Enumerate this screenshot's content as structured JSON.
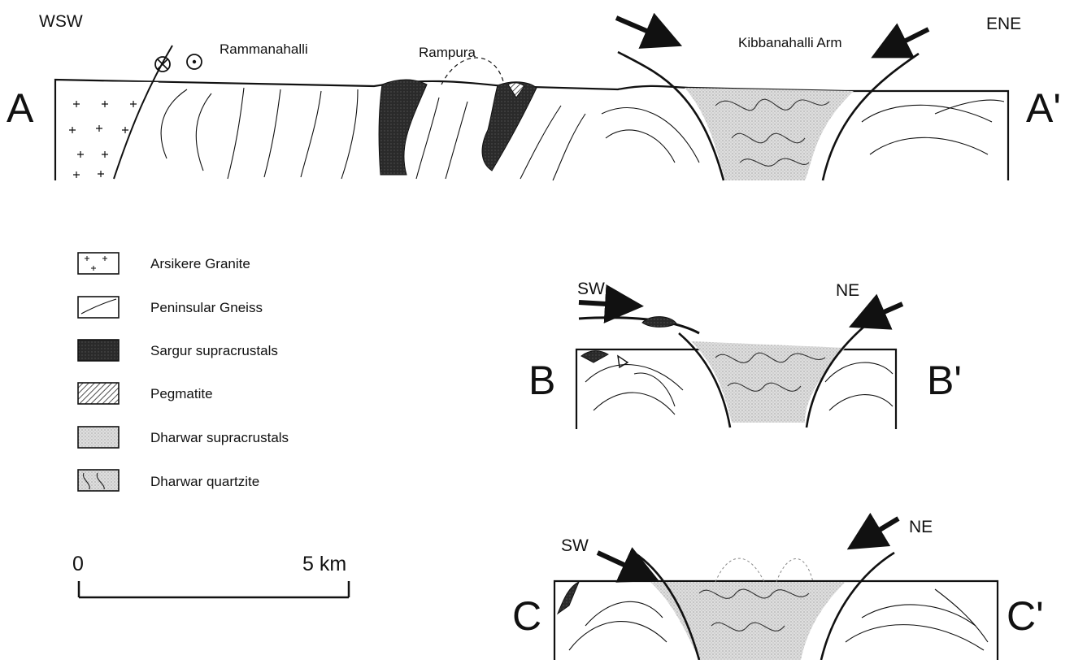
{
  "sections": {
    "a": {
      "left_label": "A",
      "right_label": "A'",
      "left_dir": "WSW",
      "right_dir": "ENE"
    },
    "b": {
      "left_label": "B",
      "right_label": "B'",
      "left_dir": "SW",
      "right_dir": "NE"
    },
    "c": {
      "left_label": "C",
      "right_label": "C'",
      "left_dir": "SW",
      "right_dir": "NE"
    }
  },
  "places": {
    "rammanahalli": "Rammanahalli",
    "rampura": "Rampura",
    "kibbanahalli_arm": "Kibbanahalli Arm"
  },
  "legend": {
    "items": [
      {
        "label": "Arsikere Granite",
        "pattern": "granite-crosses"
      },
      {
        "label": "Peninsular Gneiss",
        "pattern": "gneiss-foliation"
      },
      {
        "label": "Sargur supracrustals",
        "pattern": "dark-stipple"
      },
      {
        "label": "Pegmatite",
        "pattern": "diagonal-hatch"
      },
      {
        "label": "Dharwar supracrustals",
        "pattern": "light-stipple"
      },
      {
        "label": "Dharwar quartzite",
        "pattern": "stipple-with-folds"
      }
    ]
  },
  "scale_bar": {
    "start_label": "0",
    "end_label": "5 km"
  },
  "colors": {
    "ink": "#111111",
    "dharwar_fill": "#dcdcdc",
    "sargur_fill": "#2a2a2a"
  }
}
